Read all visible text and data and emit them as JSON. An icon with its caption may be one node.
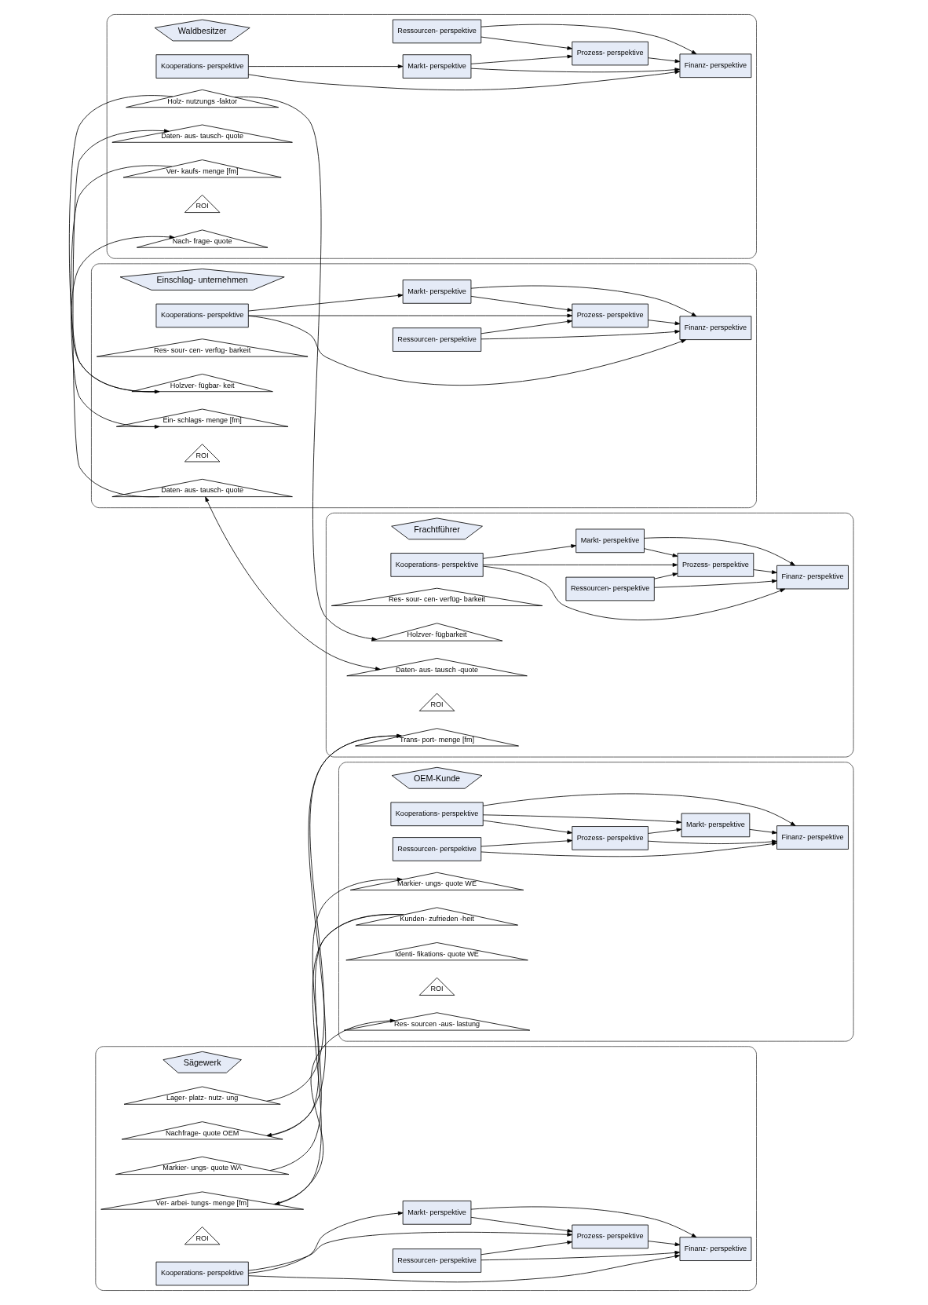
{
  "diagram": {
    "nodes": [
      {
        "text": [],
        "shape": "star"
      },
      {
        "text": [
          "Waldbesitzer"
        ],
        "in": 0
      },
      {
        "text": [
          "Ressourcen- perspektive"
        ],
        "in": 0
      },
      {
        "text": [
          "Kooperations- perspektive"
        ],
        "in": 0
      },
      {
        "text": [
          "Prozess- perspektive"
        ],
        "in": 0
      },
      {
        "text": [
          "Finanz- perspektive"
        ],
        "in": 0
      },
      {
        "text": [
          "Markt- perspektive"
        ],
        "in": 0
      },
      {
        "text": [
          "Holz- nutzungs -faktor"
        ],
        "in": 0
      },
      {
        "text": [
          "Daten- aus- tausch- quote"
        ],
        "in": 0
      },
      {
        "text": [
          "Ver- kaufs- menge [fm]"
        ],
        "in": 0
      },
      {
        "text": [
          "ROI"
        ],
        "in": 0
      },
      {
        "text": [
          "Nach- frage- quote"
        ],
        "in": 0
      },
      {
        "text": [],
        "shape": "star"
      },
      {
        "text": [
          "Einschlag- unternehmen"
        ],
        "in": 12
      },
      {
        "text": [
          "Ressourcen- perspektive"
        ],
        "in": 12
      },
      {
        "text": [
          "Kooperations- perspektive"
        ],
        "in": 12
      },
      {
        "text": [
          "Prozess- perspektive"
        ],
        "in": 12
      },
      {
        "text": [
          "Finanz- perspektive"
        ],
        "in": 12
      },
      {
        "text": [
          "Markt- perspektive"
        ],
        "in": 12
      },
      {
        "text": [
          "Res- sour- cen- verfüg- barkeit"
        ],
        "in": 12
      },
      {
        "text": [
          "Daten- aus- tausch- quote"
        ],
        "in": 12
      },
      {
        "text": [
          "Ein- schlags- menge [fm]"
        ],
        "in": 12
      },
      {
        "text": [
          "ROI"
        ],
        "in": 12
      },
      {
        "text": [
          "Holzver- fügbar- keit"
        ],
        "in": 12
      },
      {
        "text": [],
        "shape": "star"
      },
      {
        "text": [
          "Frachtführer"
        ],
        "in": 24
      },
      {
        "text": [
          "Ressourcen- perspektive"
        ],
        "in": 24
      },
      {
        "text": [
          "Kooperations- perspektive"
        ],
        "in": 24
      },
      {
        "text": [
          "Prozess- perspektive"
        ],
        "in": 24
      },
      {
        "text": [
          "Finanz- perspektive"
        ],
        "in": 24
      },
      {
        "text": [
          "Markt- perspektive"
        ],
        "in": 24
      },
      {
        "text": [
          "Res- sour- cen- verfüg- barkeit"
        ],
        "in": 24
      },
      {
        "text": [
          "Daten- aus- tausch -quote"
        ],
        "in": 24
      },
      {
        "text": [
          "Trans- port- menge [fm]"
        ],
        "in": 24
      },
      {
        "text": [
          "ROI"
        ],
        "in": 24
      },
      {
        "text": [
          "Holzver- fügbarkeit"
        ],
        "in": 24
      },
      {
        "text": [],
        "shape": "star"
      },
      {
        "text": [
          "Sägewerk"
        ],
        "in": 36
      },
      {
        "text": [
          "Ressourcen- perspektive"
        ],
        "in": 36
      },
      {
        "text": [
          "Kooperations- perspektive"
        ],
        "in": 36
      },
      {
        "text": [
          "Prozess- perspektive"
        ],
        "in": 36
      },
      {
        "text": [
          "Finanz- perspektive"
        ],
        "in": 36
      },
      {
        "text": [
          "Markt- perspektive"
        ],
        "in": 36
      },
      {
        "text": [
          "Lager- platz- nutz- ung"
        ],
        "in": 36
      },
      {
        "text": [
          "Markier- ungs- quote WA"
        ],
        "in": 36
      },
      {
        "text": [
          "Ver- arbei- tungs- menge [fm]"
        ],
        "in": 36
      },
      {
        "text": [
          "ROI"
        ],
        "in": 36
      },
      {
        "text": [
          "Nachfrage- quote OEM"
        ],
        "in": 36
      },
      {
        "text": [],
        "shape": "star"
      },
      {
        "text": [
          "OEM-Kunde"
        ],
        "in": 48
      },
      {
        "text": [
          "Ressourcen- perspektive"
        ],
        "in": 48
      },
      {
        "text": [
          "Kooperations- perspektive"
        ],
        "in": 48
      },
      {
        "text": [
          "Prozess- perspektive"
        ],
        "in": 48
      },
      {
        "text": [
          "Finanz- perspektive"
        ],
        "in": 48
      },
      {
        "text": [
          "Markt- perspektive"
        ],
        "in": 48
      },
      {
        "text": [
          "Res- sourcen -aus- lastung"
        ],
        "in": 48
      },
      {
        "text": [
          "Markier- ungs- quote WE"
        ],
        "in": 48
      },
      {
        "text": [
          "Identi- fikations- quote WE"
        ],
        "in": 48
      },
      {
        "text": [
          "ROI"
        ],
        "in": 48
      },
      {
        "text": [
          "Kunden- zufrieden -heit"
        ],
        "in": 48
      }
    ],
    "edges": [
      {
        "from": 2,
        "to": 5,
        "arrow": "to"
      },
      {
        "from": 2,
        "to": 4,
        "arrow": "to"
      },
      {
        "from": 3,
        "to": 6,
        "arrow": "to"
      },
      {
        "from": 3,
        "to": 5,
        "arrow": "to"
      },
      {
        "from": 6,
        "to": 5,
        "arrow": "to"
      },
      {
        "from": 6,
        "to": 4,
        "arrow": "to"
      },
      {
        "from": 4,
        "to": 5,
        "arrow": "to"
      },
      {
        "from": 14,
        "to": 17,
        "arrow": "to"
      },
      {
        "from": 14,
        "to": 16,
        "arrow": "to"
      },
      {
        "from": 15,
        "to": 18,
        "arrow": "to"
      },
      {
        "from": 15,
        "to": 17,
        "arrow": "to"
      },
      {
        "from": 15,
        "to": 16,
        "arrow": "to"
      },
      {
        "from": 18,
        "to": 17,
        "arrow": "to"
      },
      {
        "from": 18,
        "to": 16,
        "arrow": "to"
      },
      {
        "from": 16,
        "to": 17,
        "arrow": "to"
      },
      {
        "from": 26,
        "to": 29,
        "arrow": "to"
      },
      {
        "from": 26,
        "to": 28,
        "arrow": "to"
      },
      {
        "from": 27,
        "to": 30,
        "arrow": "to"
      },
      {
        "from": 27,
        "to": 29,
        "arrow": "to"
      },
      {
        "from": 27,
        "to": 28,
        "arrow": "to"
      },
      {
        "from": 30,
        "to": 29,
        "arrow": "to"
      },
      {
        "from": 30,
        "to": 28,
        "arrow": "to"
      },
      {
        "from": 28,
        "to": 29,
        "arrow": "to"
      },
      {
        "from": 38,
        "to": 41,
        "arrow": "to"
      },
      {
        "from": 38,
        "to": 40,
        "arrow": "to"
      },
      {
        "from": 39,
        "to": 42,
        "arrow": "to"
      },
      {
        "from": 39,
        "to": 41,
        "arrow": "to"
      },
      {
        "from": 39,
        "to": 40,
        "arrow": "to"
      },
      {
        "from": 42,
        "to": 41,
        "arrow": "to"
      },
      {
        "from": 42,
        "to": 40,
        "arrow": "to"
      },
      {
        "from": 40,
        "to": 41,
        "arrow": "to"
      },
      {
        "from": 50,
        "to": 53,
        "arrow": "to"
      },
      {
        "from": 50,
        "to": 52,
        "arrow": "to"
      },
      {
        "from": 51,
        "to": 54,
        "arrow": "to"
      },
      {
        "from": 51,
        "to": 53,
        "arrow": "to"
      },
      {
        "from": 51,
        "to": 52,
        "arrow": "to"
      },
      {
        "from": 52,
        "to": 54,
        "arrow": "to"
      },
      {
        "from": 54,
        "to": 53,
        "arrow": "to"
      },
      {
        "from": 52,
        "to": 53,
        "arrow": "to"
      },
      {
        "from": 7,
        "to": 35,
        "arrow": "to"
      },
      {
        "from": 7,
        "to": 23,
        "arrow": "to"
      },
      {
        "from": 23,
        "to": 11,
        "arrow": "to"
      },
      {
        "from": 9,
        "to": 21,
        "arrow": "to"
      },
      {
        "from": 20,
        "to": 8,
        "arrow": "to"
      },
      {
        "from": 20,
        "to": 32,
        "arrow": "both"
      },
      {
        "from": 43,
        "to": 33,
        "arrow": "to"
      },
      {
        "from": 47,
        "to": 33,
        "arrow": "to"
      },
      {
        "from": 59,
        "to": 47,
        "arrow": "to"
      },
      {
        "from": 59,
        "to": 45,
        "arrow": "to"
      },
      {
        "from": 45,
        "to": 55,
        "arrow": "to"
      },
      {
        "from": 44,
        "to": 56,
        "arrow": "to"
      }
    ]
  }
}
